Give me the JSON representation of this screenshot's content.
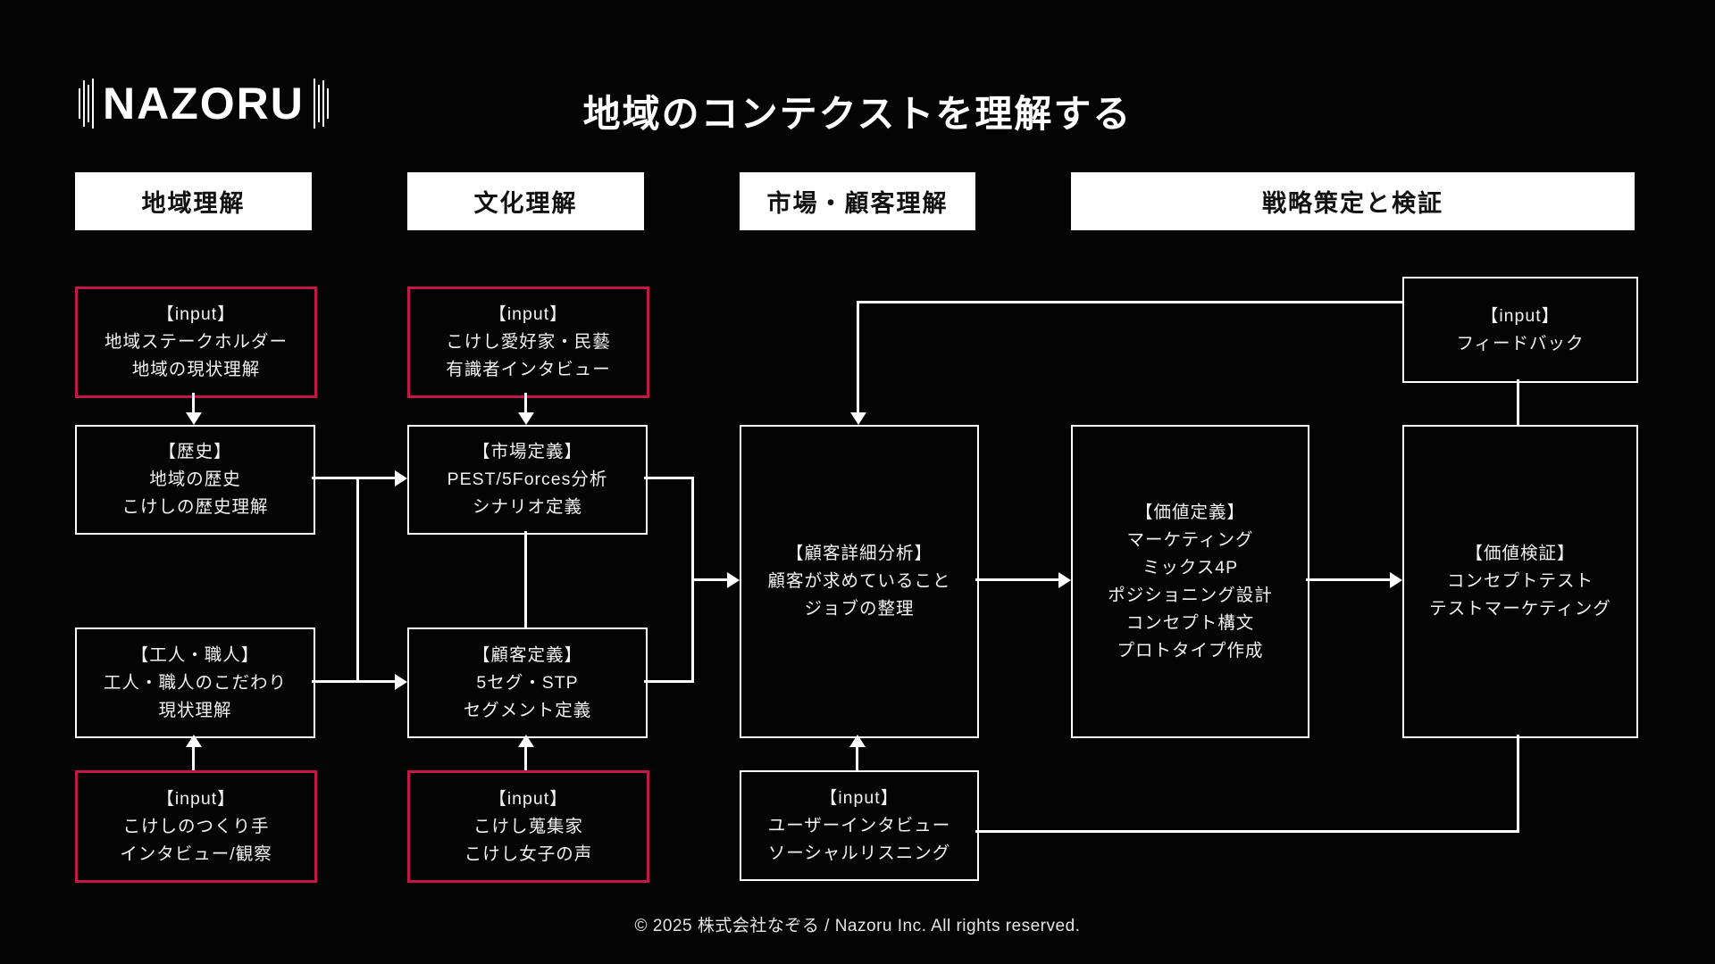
{
  "logo": "NAZORU",
  "title": "地域のコンテクストを理解する",
  "colors": {
    "background": "#040404",
    "line": "#ffffff",
    "input_border_red": "#c3174a",
    "header_bg": "#ffffff",
    "header_text": "#111111"
  },
  "headers": [
    {
      "label": "地域理解"
    },
    {
      "label": "文化理解"
    },
    {
      "label": "市場・顧客理解"
    },
    {
      "label": "戦略策定と検証"
    }
  ],
  "boxes": {
    "input_region": {
      "lines": [
        "【input】",
        "地域ステークホルダー",
        "地域の現状理解"
      ]
    },
    "history": {
      "lines": [
        "【歴史】",
        "地域の歴史",
        "こけしの歴史理解"
      ]
    },
    "craftsman": {
      "lines": [
        "【工人・職人】",
        "工人・職人のこだわり",
        "現状理解"
      ]
    },
    "input_maker": {
      "lines": [
        "【input】",
        "こけしのつくり手",
        "インタビュー/観察"
      ]
    },
    "input_enthusiast": {
      "lines": [
        "【input】",
        "こけし愛好家・民藝",
        "有識者インタビュー"
      ]
    },
    "market_def": {
      "lines": [
        "【市場定義】",
        "PEST/5Forces分析",
        "シナリオ定義"
      ]
    },
    "customer_def": {
      "lines": [
        "【顧客定義】",
        "5セグ・STP",
        "セグメント定義"
      ]
    },
    "input_collector": {
      "lines": [
        "【input】",
        "こけし蒐集家",
        "こけし女子の声"
      ]
    },
    "customer_analysis": {
      "lines": [
        "【顧客詳細分析】",
        "顧客が求めていること",
        "ジョブの整理"
      ]
    },
    "input_user": {
      "lines": [
        "【input】",
        "ユーザーインタビュー",
        "ソーシャルリスニング"
      ]
    },
    "value_def": {
      "lines": [
        "【価値定義】",
        "マーケティング",
        "ミックス4P",
        "ポジショニング設計",
        "コンセプト構文",
        "プロトタイプ作成"
      ]
    },
    "input_feedback": {
      "lines": [
        "【input】",
        "フィードバック"
      ]
    },
    "value_test": {
      "lines": [
        "【価値検証】",
        "コンセプトテスト",
        "テストマーケティング"
      ]
    }
  },
  "footer": "© 2025 株式会社なぞる / Nazoru Inc. All rights reserved."
}
